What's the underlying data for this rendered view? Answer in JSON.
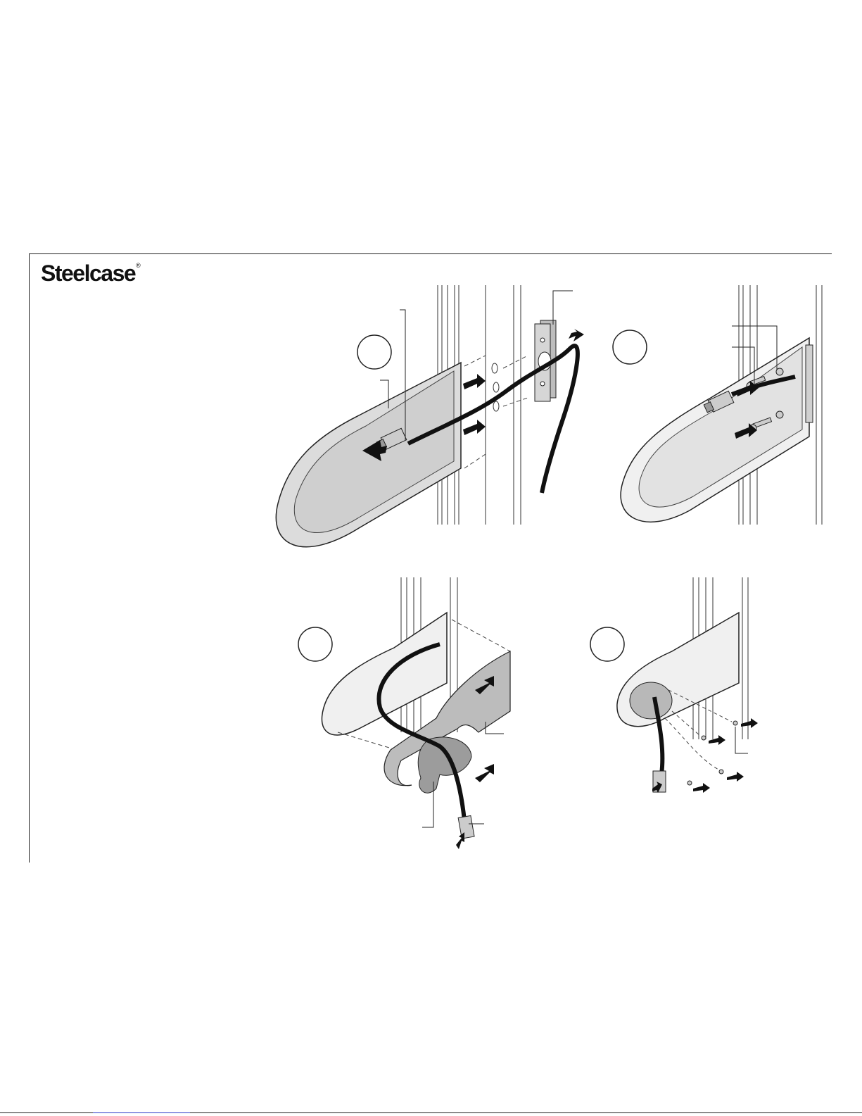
{
  "brand": {
    "name": "Steelcase",
    "mark": "®"
  },
  "steps": [
    {
      "id": 1,
      "number": ""
    },
    {
      "id": 2,
      "number": ""
    },
    {
      "id": 3,
      "number": ""
    },
    {
      "id": 4,
      "number": ""
    }
  ],
  "colors": {
    "line": "#222222",
    "fill_light": "#e8e8e8",
    "fill_mid": "#cfcfcf",
    "fill_dark": "#9a9a9a",
    "cable": "#111111"
  }
}
